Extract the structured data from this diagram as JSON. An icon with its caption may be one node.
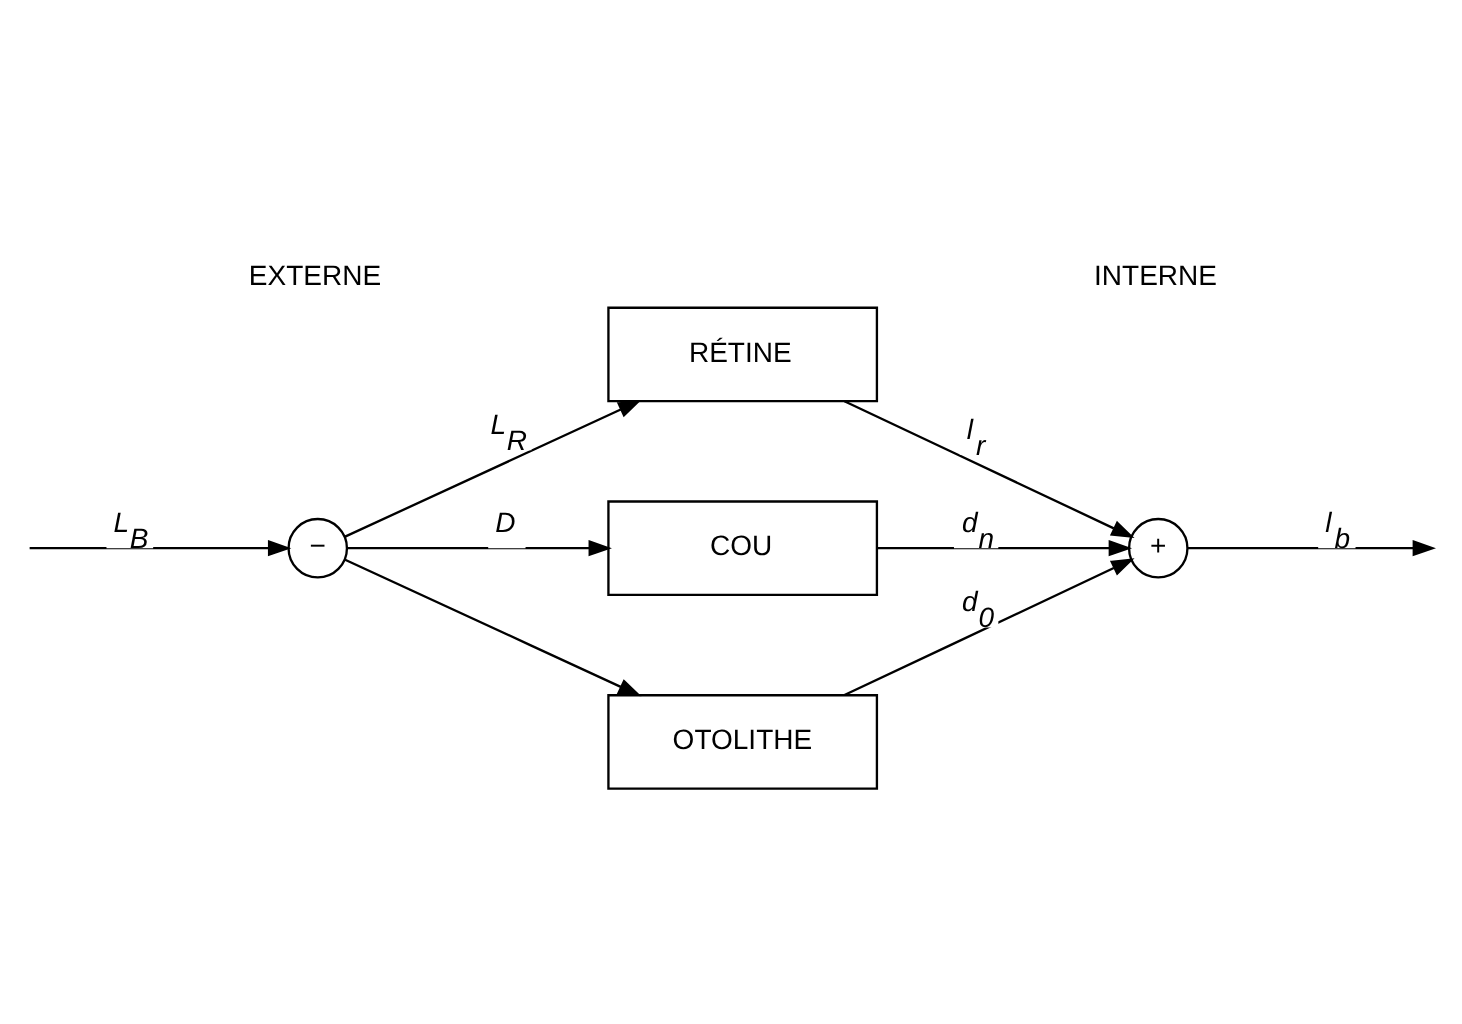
{
  "diagram": {
    "nodes": [
      {
        "text": [
          "−"
        ]
      },
      {
        "text": [
          "RÉTINE"
        ]
      },
      {
        "text": [
          "+"
        ]
      },
      {
        "text": [
          "COU"
        ]
      },
      {
        "text": [
          "OTOLITHE"
        ]
      }
    ],
    "edges": [
      {
        "from": null,
        "to": 0,
        "arrow": "to",
        "label": "L$_{B}$"
      },
      {
        "from": 0,
        "to": 1,
        "arrow": "to",
        "label": "L$_{R}$"
      },
      {
        "from": 1,
        "to": 2,
        "arrow": "to",
        "label": "l$_{r}$"
      },
      {
        "from": 2,
        "to": null,
        "arrow": "to",
        "label": "l$_{b}$"
      },
      {
        "from": 0,
        "to": 3,
        "arrow": "to",
        "label": "D"
      },
      {
        "from": 0,
        "to": 4,
        "arrow": "to"
      },
      {
        "from": 3,
        "to": 2,
        "arrow": "to",
        "label": "d$_{n}$"
      },
      {
        "from": 4,
        "to": 2,
        "arrow": "to",
        "label": "d$_{0}$"
      }
    ],
    "labels": [
      "EXTERNE",
      "INTERNE"
    ]
  }
}
